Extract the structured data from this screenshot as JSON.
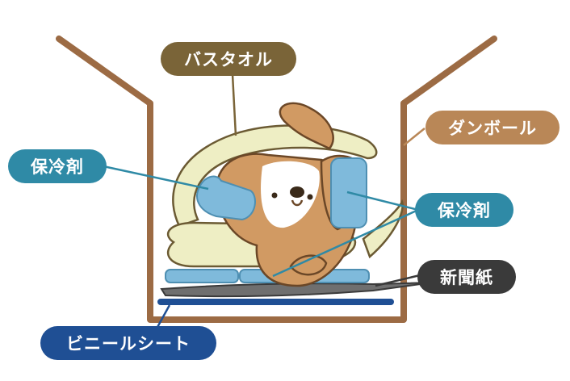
{
  "labels": {
    "bath_towel": "バスタオル",
    "cardboard": "ダンボール",
    "ice_pack_left": "保冷剤",
    "ice_pack_right": "保冷剤",
    "newspaper": "新聞紙",
    "vinyl_sheet": "ビニールシート"
  },
  "colors": {
    "bath_towel_label": "#7a6438",
    "cardboard_label": "#b98757",
    "ice_pack_label": "#2f8aa6",
    "newspaper_label": "#3a3a3a",
    "vinyl_sheet_label": "#1f4f94",
    "box": "#9c6b44",
    "towel": "#eeeec4",
    "ice_pack": "#7fbadb",
    "dog": "#d19a63"
  }
}
